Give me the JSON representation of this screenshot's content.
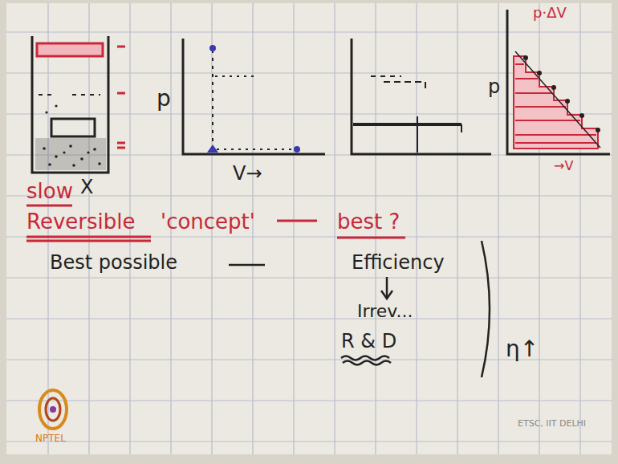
{
  "diagram": {
    "labels": [
      "p",
      "V→",
      "p",
      "p·ΔV",
      "→V",
      "slow",
      "X",
      "Reversible",
      "'concept'",
      "best ?",
      "Best possible",
      "Efficiency",
      "Irrev...",
      "R & D",
      "η↑",
      "ETSC, IIT DELHI",
      "NPTEL"
    ]
  }
}
